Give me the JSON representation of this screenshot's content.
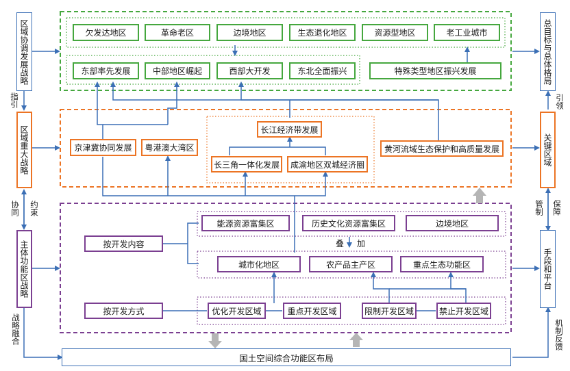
{
  "left": {
    "regional_coord": "区域协调发展战略",
    "regional_major": "区域重大战略",
    "main_func": "主体功能区战略",
    "guide": "指引",
    "coop": "协同",
    "constraint": "约束",
    "strategy_merge": "战略融合"
  },
  "right": {
    "overall_goal": "总目标与总体格局",
    "key_area": "关键区域",
    "means": "手段和平台",
    "lead": "引领",
    "control": "管制",
    "guarantee": "保障",
    "mechanism": "机制反馈"
  },
  "green": {
    "row1": [
      "欠发达地区",
      "革命老区",
      "边境地区",
      "生态退化地区",
      "资源型地区",
      "老工业城市"
    ],
    "row2": [
      "东部率先发展",
      "中部地区崛起",
      "西部大开发",
      "东北全面振兴"
    ],
    "special": "特殊类型地区振兴发展"
  },
  "orange": {
    "jjj": "京津冀协同发展",
    "gba": "粤港澳大湾区",
    "yangtze_belt": "长江经济带发展",
    "yrd": "长三角一体化发展",
    "cy": "成渝地区双城经济圈",
    "yellow_river": "黄河流域生态保护和高质量发展"
  },
  "purple": {
    "by_content": "按开发内容",
    "by_method": "按开发方式",
    "resource_rows": [
      "能源资源富集区",
      "历史文化资源富集区",
      "边境地区"
    ],
    "overlay": "叠",
    "overlay2": "加",
    "func_rows": [
      "城市化地区",
      "农产品主产区",
      "重点生态功能区"
    ],
    "dev_rows": [
      "优化开发区域",
      "重点开发区域",
      "限制开发区域",
      "禁止开发区域"
    ]
  },
  "bottom": "国土空间综合功能区布局",
  "colors": {
    "green": "#45a73e",
    "orange": "#ec7424",
    "purple": "#7b3f91",
    "blue": "#3b6fb5",
    "gray": "#b5b5b5"
  }
}
